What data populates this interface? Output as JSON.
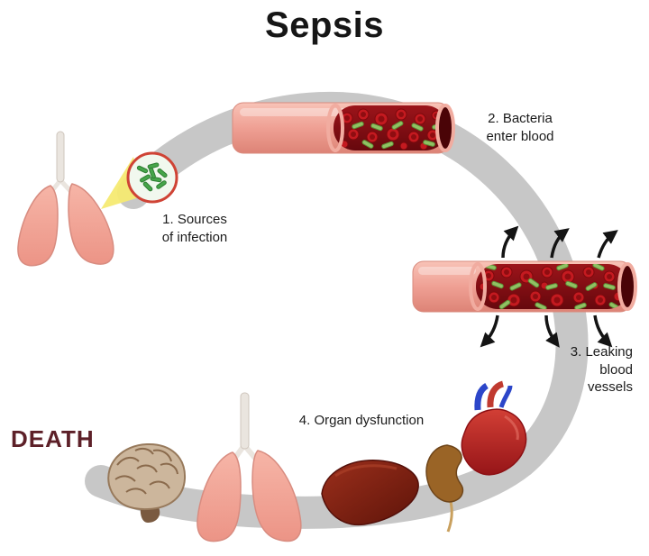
{
  "title": "Sepsis",
  "death_label": "DEATH",
  "stages": [
    {
      "label": "1. Sources\nof infection"
    },
    {
      "label": "2. Bacteria\nenter blood"
    },
    {
      "label": "3. Leaking\nblood\nvessels"
    },
    {
      "label": "4. Organ dysfunction"
    }
  ],
  "icons": {
    "flow_arc": "gray circular flow band",
    "lungs": "pink lungs with trachea",
    "bacteria_magnifier": "magnified circle of green rod bacteria",
    "blood_vessel": "cut-open blood vessel with red cells and bacteria",
    "leaking_vessel": "blood vessel with outward leak arrows",
    "brain": "brain",
    "liver": "liver",
    "kidney": "kidney",
    "heart": "heart"
  },
  "colors": {
    "background": "#ffffff",
    "arc_gray": "#c7c7c7",
    "vessel_pink": "#efa094",
    "blood_red": "#7a0c12",
    "bacteria_green": "#7db84f",
    "death_red": "#5d2028",
    "text": "#1b1b1b"
  }
}
